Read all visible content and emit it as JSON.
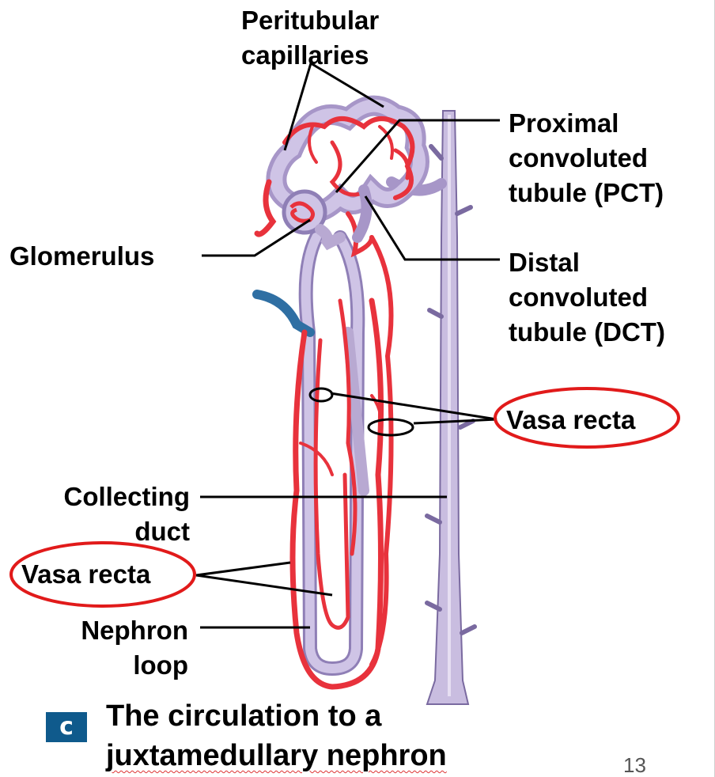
{
  "labels": {
    "peritubular": [
      "Peritubular",
      "capillaries"
    ],
    "pct": [
      "Proximal",
      "convoluted",
      "tubule (PCT)"
    ],
    "glomerulus": "Glomerulus",
    "dct": [
      "Distal",
      "convoluted",
      "tubule (DCT)"
    ],
    "vasa_recta_right": "Vasa recta",
    "collecting_duct": [
      "Collecting",
      "duct"
    ],
    "vasa_recta_left": "Vasa recta",
    "nephron_loop": [
      "Nephron",
      "loop"
    ]
  },
  "caption": {
    "badge": "c",
    "line1": "The circulation to a",
    "line2": "juxtamedullary nephron"
  },
  "page_number": "13",
  "colors": {
    "vessel_red": "#e8323c",
    "tubule_lavender": "#b8a9d2",
    "duct_blue": "#2f6fa3",
    "highlight_ellipse": "#e11a1a",
    "badge_blue": "#0f5a8c"
  }
}
